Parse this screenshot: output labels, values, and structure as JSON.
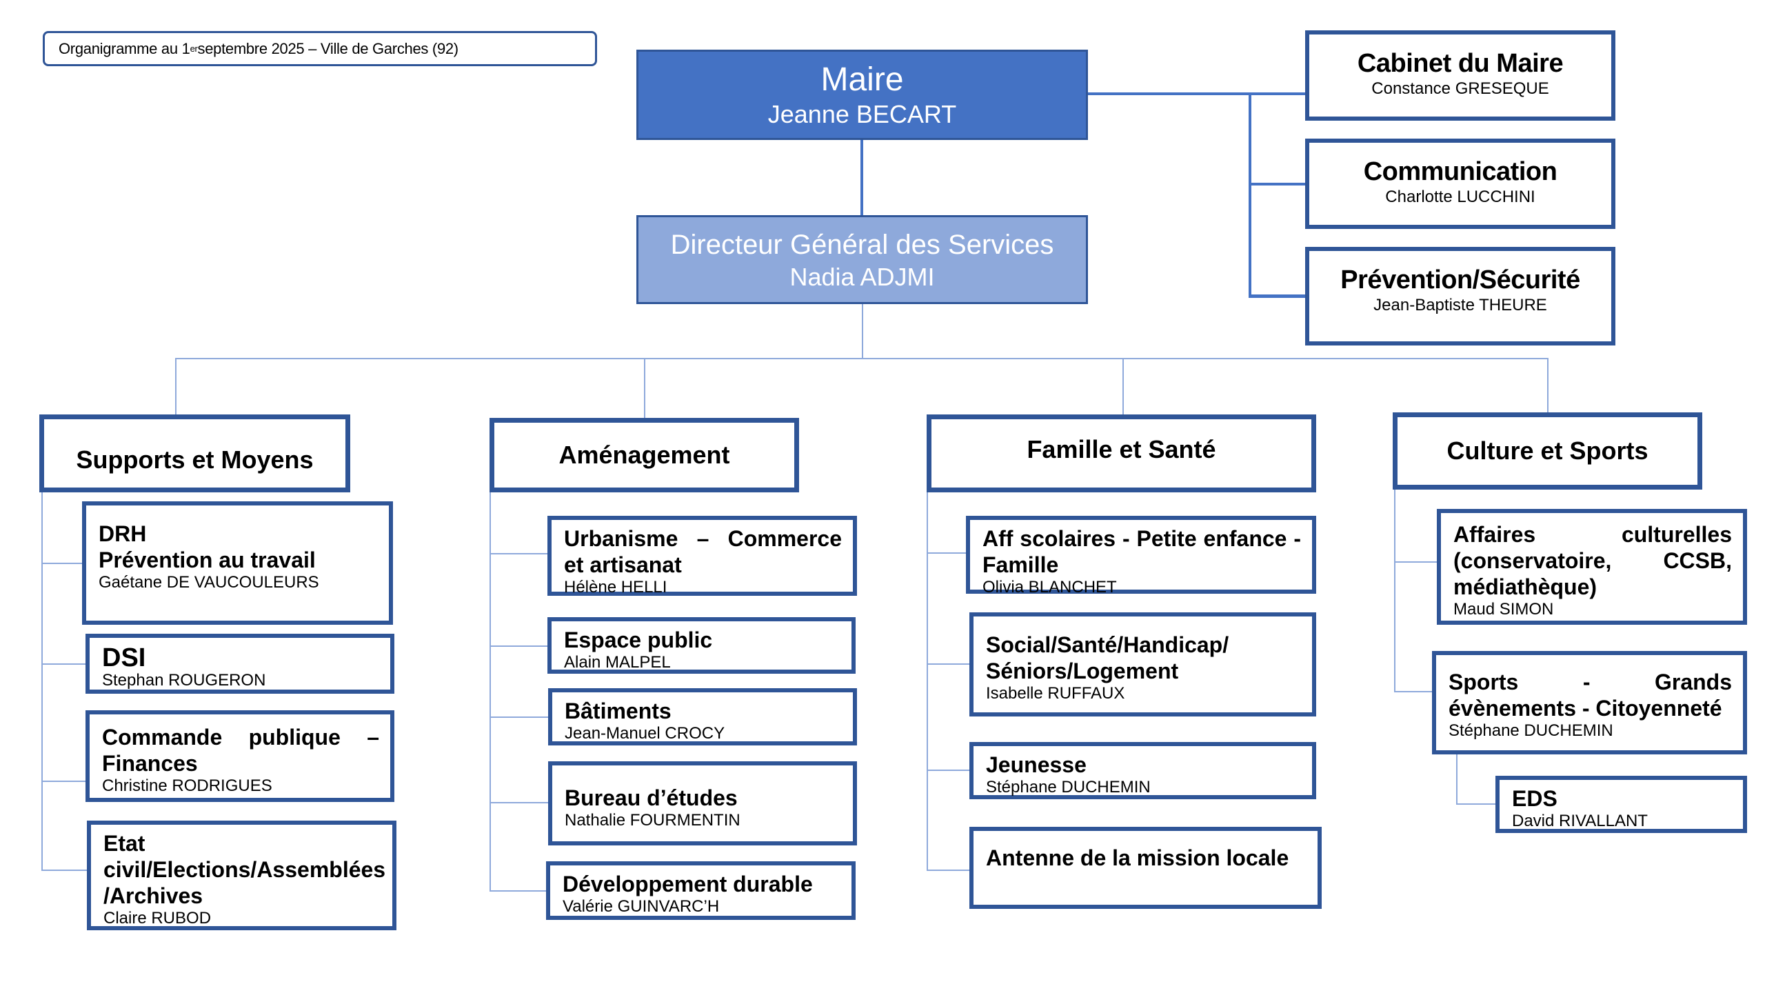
{
  "title": {
    "prefix": "Organigramme au 1",
    "sup": "er",
    "suffix": " septembre 2025 – Ville de Garches (92)"
  },
  "colors": {
    "maire_fill": "#4472C4",
    "dgs_fill": "#8EA9DB",
    "border": "#2F5597",
    "connector": "#4472C4"
  },
  "maire": {
    "title": "Maire",
    "name": "Jeanne BECART"
  },
  "dgs": {
    "title": "Directeur Général des Services",
    "name": "Nadia ADJMI"
  },
  "cabinet": [
    {
      "title": "Cabinet du Maire",
      "name": "Constance GRESEQUE"
    },
    {
      "title": "Communication",
      "name": "Charlotte LUCCHINI"
    },
    {
      "title": "Prévention/Sécurité",
      "name": "Jean-Baptiste THEURE"
    }
  ],
  "departments": [
    {
      "title": "Supports et Moyens",
      "units": [
        {
          "title": "DRH\nPrévention au travail",
          "name": "Gaétane DE VAUCOULEURS"
        },
        {
          "title": "DSI",
          "name": "Stephan ROUGERON"
        },
        {
          "title": "Commande publique – Finances",
          "name": "Christine RODRIGUES"
        },
        {
          "title": "Etat civil/Elections/Assemblées /Archives",
          "name": "Claire RUBOD"
        }
      ]
    },
    {
      "title": "Aménagement",
      "units": [
        {
          "title": "Urbanisme – Commerce et artisanat",
          "name": "Hélène HELLI"
        },
        {
          "title": "Espace public",
          "name": "Alain MALPEL"
        },
        {
          "title": "Bâtiments",
          "name": "Jean-Manuel CROCY"
        },
        {
          "title": "Bureau d’études",
          "name": "Nathalie FOURMENTIN"
        },
        {
          "title": "Développement durable",
          "name": "Valérie GUINVARC’H"
        }
      ]
    },
    {
      "title": "Famille et Santé",
      "units": [
        {
          "title": "Aff scolaires - Petite enfance - Famille",
          "name": "Olivia BLANCHET"
        },
        {
          "title": "Social/Santé/Handicap/ Séniors/Logement",
          "name": "Isabelle RUFFAUX"
        },
        {
          "title": "Jeunesse",
          "name": "Stéphane DUCHEMIN"
        },
        {
          "title": "Antenne de la mission locale",
          "name": ""
        }
      ]
    },
    {
      "title": "Culture et Sports",
      "units": [
        {
          "title": "Affaires culturelles (conservatoire, CCSB, médiathèque)",
          "name": "Maud SIMON"
        },
        {
          "title": "Sports - Grands évènements - Citoyenneté",
          "name": "Stéphane DUCHEMIN"
        },
        {
          "title": "EDS",
          "name": "David RIVALLANT"
        }
      ]
    }
  ]
}
